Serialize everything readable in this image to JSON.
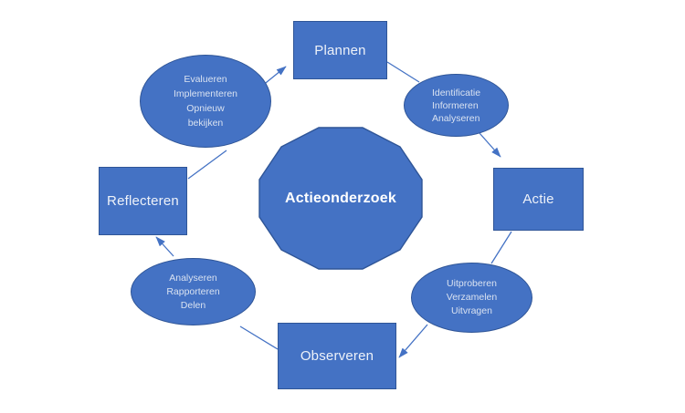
{
  "diagram": {
    "center": {
      "label": "Actieonderzoek"
    },
    "boxes": {
      "plannen": {
        "label": "Plannen"
      },
      "actie": {
        "label": "Actie"
      },
      "observeren": {
        "label": "Observeren"
      },
      "reflecteren": {
        "label": "Reflecteren"
      }
    },
    "ellipses": {
      "top_left": {
        "lines": [
          "Evalueren",
          "Implementeren",
          "Opnieuw",
          "bekijken"
        ]
      },
      "top_right": {
        "lines": [
          "Identificatie",
          "Informeren",
          "Analyseren"
        ]
      },
      "bottom_right": {
        "lines": [
          "Uitproberen",
          "Verzamelen",
          "Uitvragen"
        ]
      },
      "bottom_left": {
        "lines": [
          "Analyseren",
          "Rapporteren",
          "Delen"
        ]
      }
    },
    "connectors": [
      {
        "from": "Evalueren-ellipse",
        "to": "Plannen",
        "arrowhead": true
      },
      {
        "from": "Plannen",
        "to": "Identificatie-ellipse",
        "arrowhead": false
      },
      {
        "from": "Identificatie-ellipse",
        "to": "Actie",
        "arrowhead": true
      },
      {
        "from": "Actie",
        "to": "Uitproberen-ellipse",
        "arrowhead": false
      },
      {
        "from": "Uitproberen-ellipse",
        "to": "Observeren",
        "arrowhead": true
      },
      {
        "from": "Observeren",
        "to": "Analyseren-ellipse",
        "arrowhead": false
      },
      {
        "from": "Analyseren-ellipse",
        "to": "Reflecteren",
        "arrowhead": true
      },
      {
        "from": "Reflecteren",
        "to": "Evalueren-ellipse",
        "arrowhead": false
      }
    ],
    "colors": {
      "shape_fill": "#4472c4",
      "shape_border": "#2f5597",
      "connector": "#4472c4",
      "background": "#ffffff"
    }
  }
}
